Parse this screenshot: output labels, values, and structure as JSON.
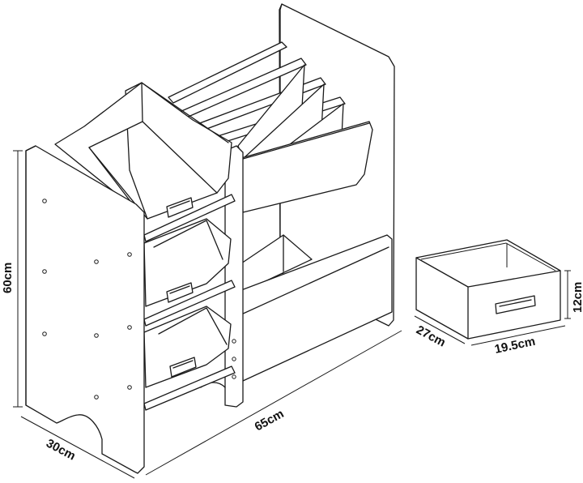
{
  "dimensions": {
    "height": "60cm",
    "depth": "30cm",
    "width": "65cm",
    "bin_depth": "27cm",
    "bin_width": "19.5cm",
    "bin_height": "12cm"
  }
}
